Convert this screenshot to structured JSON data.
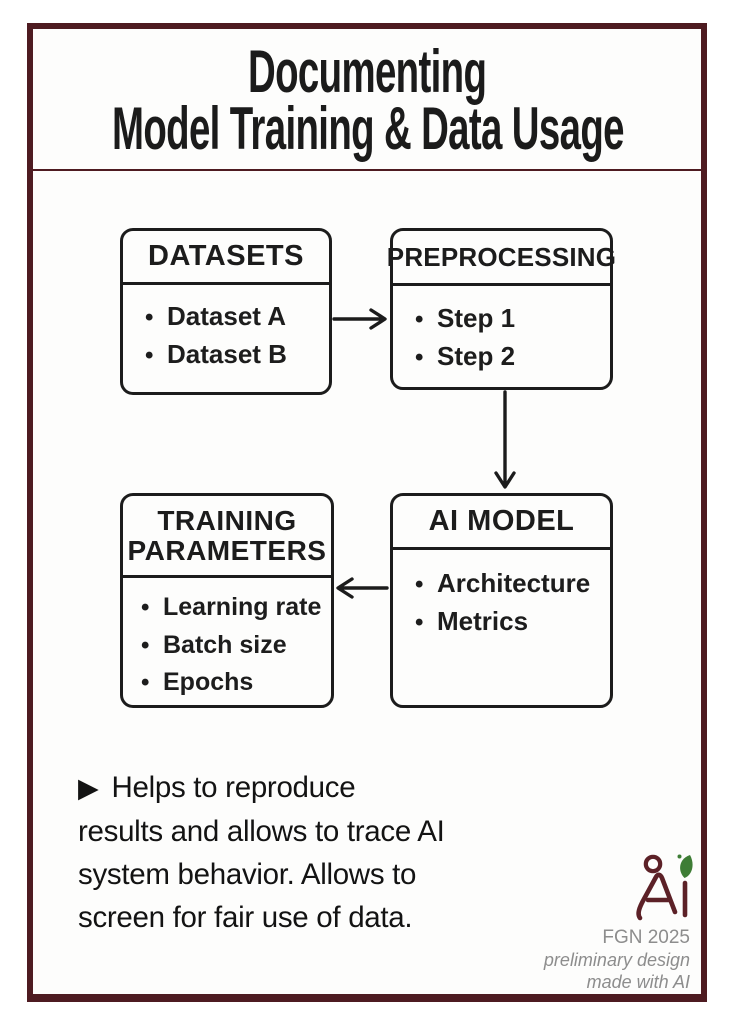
{
  "header": {
    "title_line1": "Documenting",
    "title_line2": "Model Training & Data Usage"
  },
  "diagram": {
    "bullet": "•",
    "boxes": [
      {
        "id": "datasets",
        "title": "DATASETS",
        "items": [
          "Dataset A",
          "Dataset B"
        ]
      },
      {
        "id": "preprocessing",
        "title": "PREPROCESSING",
        "items": [
          "Step 1",
          "Step 2"
        ]
      },
      {
        "id": "training-parameters",
        "title_line1": "TRAINING",
        "title_line2": "PARAMETERS",
        "items": [
          "Learning rate",
          "Batch size",
          "Epochs"
        ]
      },
      {
        "id": "ai-model",
        "title": "AI MODEL",
        "items": [
          "Architecture",
          "Metrics"
        ]
      }
    ],
    "arrows": [
      {
        "from": "datasets",
        "to": "preprocessing",
        "direction": "right"
      },
      {
        "from": "preprocessing",
        "to": "ai-model",
        "direction": "down"
      },
      {
        "from": "ai-model",
        "to": "training-parameters",
        "direction": "left"
      }
    ]
  },
  "note": {
    "marker": "▶",
    "lines": [
      "Helps to reproduce",
      "results and allows to trace AI",
      "system behavior. Allows to",
      "screen for fair use of data."
    ]
  },
  "footer": {
    "logo_icon": "person-a-with-leaf-ai-logo",
    "credit_line1": "FGN 2025",
    "credit_line2": "preliminary design",
    "credit_line3": "made with AI"
  },
  "colors": {
    "frame_maroon": "#4e1b21",
    "box_border_black": "#1c1c1c",
    "logo_maroon": "#5c2127",
    "leaf_green": "#3e7d35",
    "credit_gray": "#8d8d8d"
  }
}
